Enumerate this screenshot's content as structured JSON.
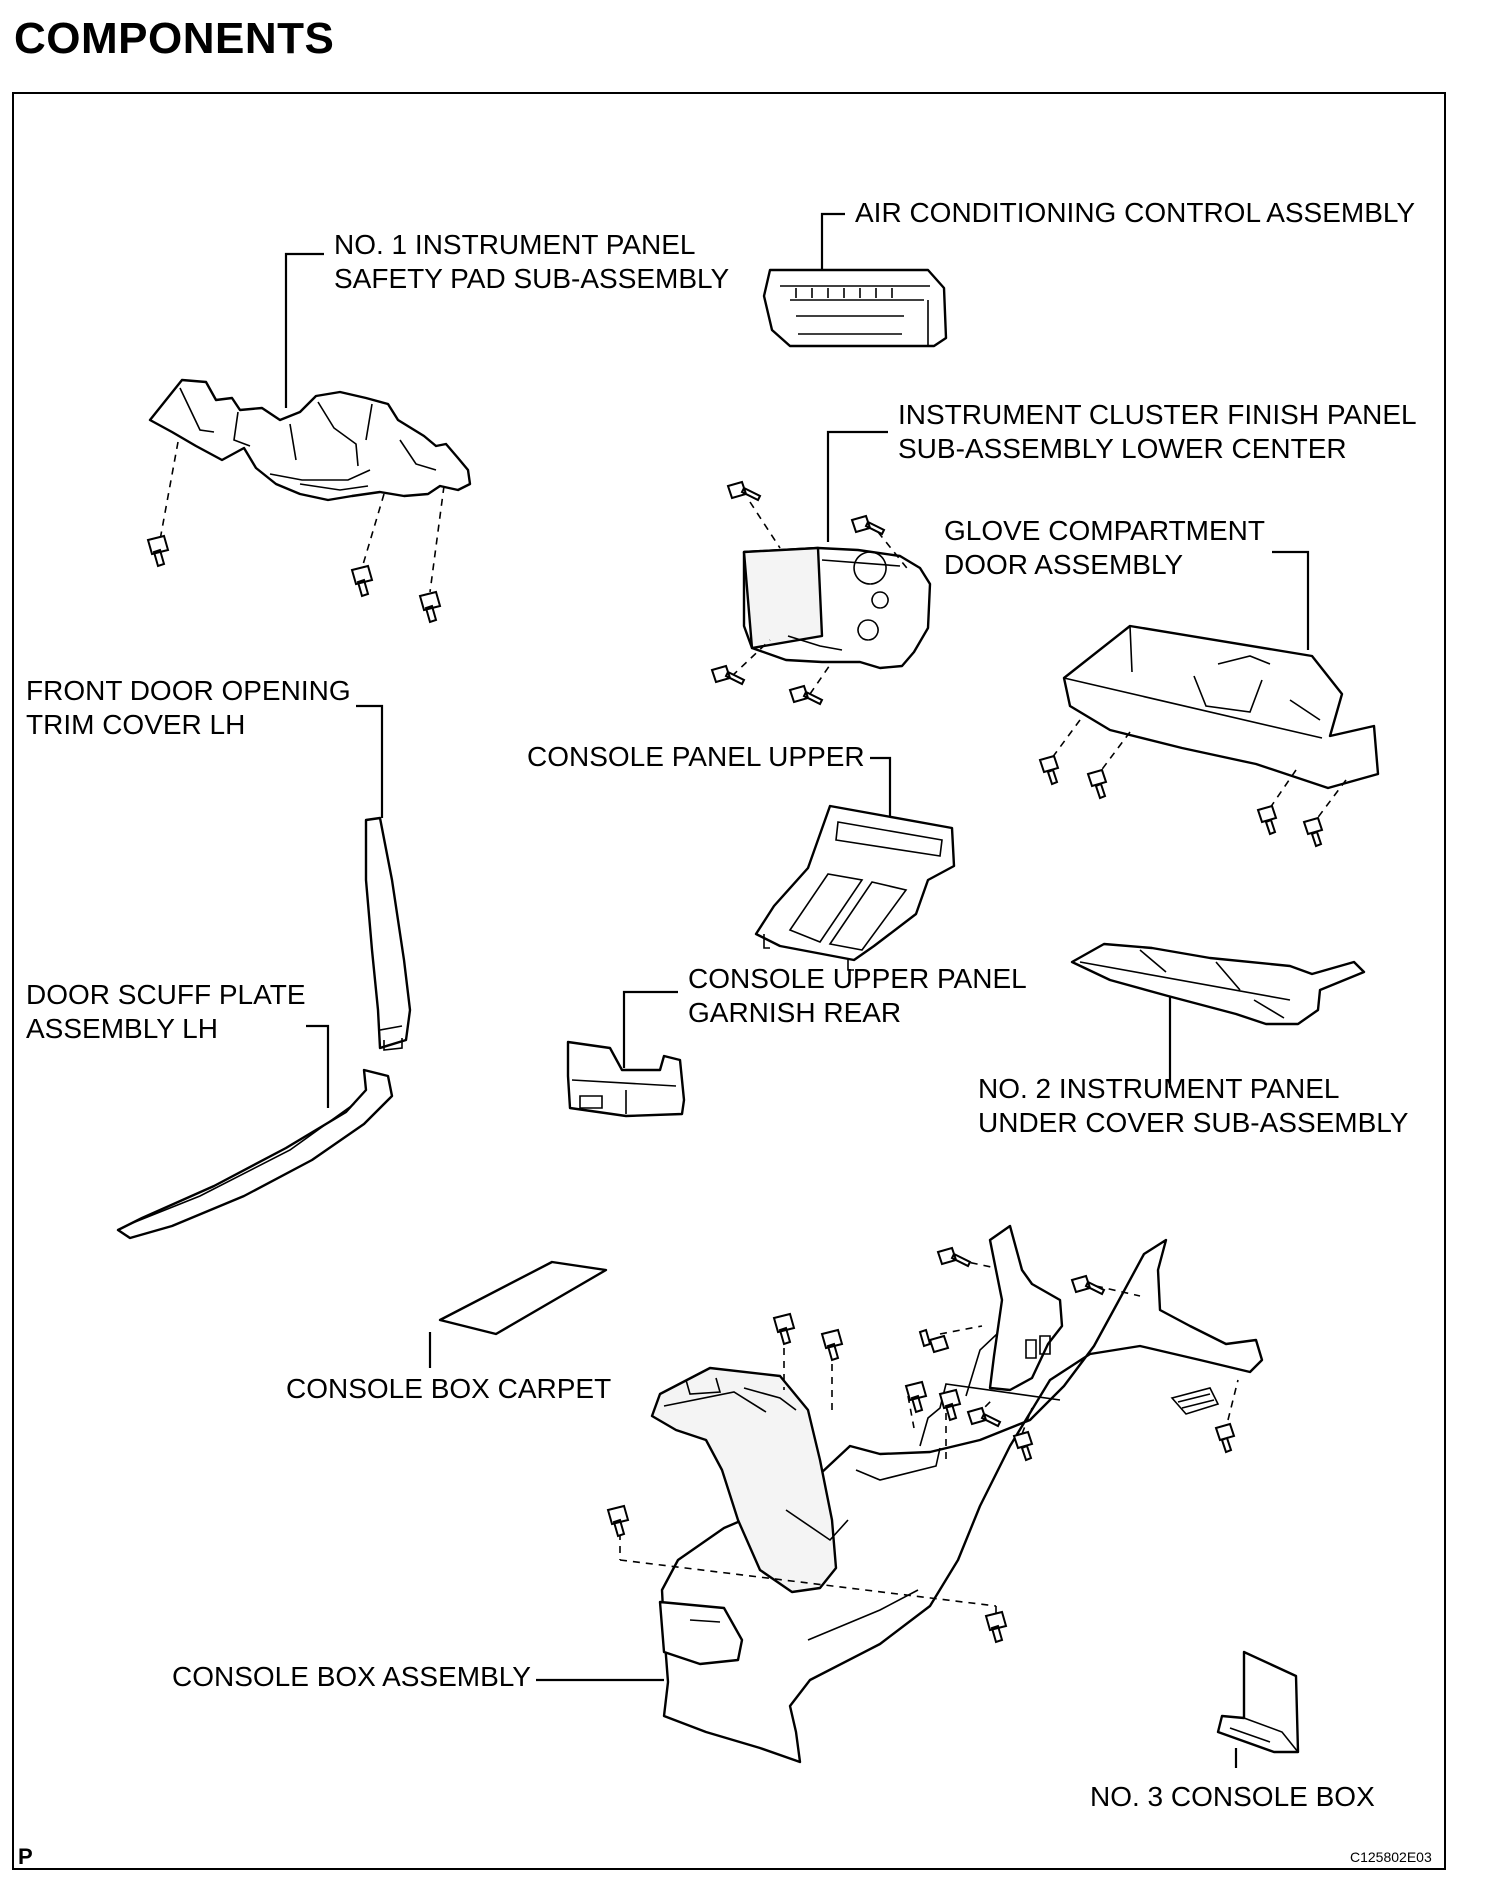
{
  "page_title": "COMPONENTS",
  "labels": {
    "safety_pad": [
      "NO. 1 INSTRUMENT PANEL",
      "SAFETY PAD SUB-ASSEMBLY"
    ],
    "air_conditioning": [
      "AIR CONDITIONING CONTROL ASSEMBLY"
    ],
    "cluster_finish_panel": [
      "INSTRUMENT CLUSTER FINISH PANEL",
      "SUB-ASSEMBLY LOWER CENTER"
    ],
    "glove_compartment": [
      "GLOVE COMPARTMENT",
      "DOOR ASSEMBLY"
    ],
    "front_door_trim": [
      "FRONT DOOR OPENING",
      "TRIM COVER LH"
    ],
    "console_panel_upper": [
      "CONSOLE PANEL UPPER"
    ],
    "door_scuff_plate": [
      "DOOR SCUFF PLATE",
      "ASSEMBLY LH"
    ],
    "console_upper_garnish": [
      "CONSOLE UPPER PANEL",
      "GARNISH REAR"
    ],
    "under_cover": [
      "NO. 2 INSTRUMENT PANEL",
      "UNDER COVER SUB-ASSEMBLY"
    ],
    "console_box_carpet": [
      "CONSOLE BOX CARPET"
    ],
    "console_box_assembly": [
      "CONSOLE BOX ASSEMBLY"
    ],
    "no3_console_box": [
      "NO. 3 CONSOLE BOX"
    ]
  },
  "corner_mark": "P",
  "figure_code": "C125802E03"
}
